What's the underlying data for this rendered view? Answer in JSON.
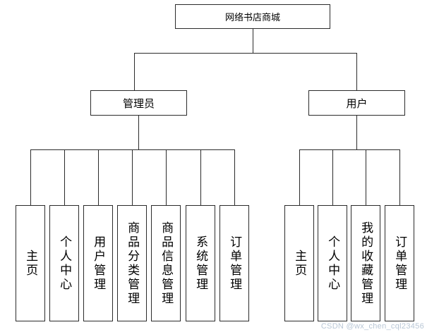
{
  "diagram": {
    "title": "网络书店商城",
    "type": "org-chart",
    "root": {
      "label": "网络书店商城"
    },
    "branches": [
      {
        "id": "admin",
        "label": "管理员",
        "leaves": [
          {
            "label": "主页"
          },
          {
            "label": "个人中心"
          },
          {
            "label": "用户管理"
          },
          {
            "label": "商品分类管理"
          },
          {
            "label": "商品信息管理"
          },
          {
            "label": "系统管理"
          },
          {
            "label": "订单管理"
          }
        ]
      },
      {
        "id": "user",
        "label": "用户",
        "leaves": [
          {
            "label": "主页"
          },
          {
            "label": "个人中心"
          },
          {
            "label": "我的收藏管理"
          },
          {
            "label": "订单管理"
          }
        ]
      }
    ]
  },
  "watermark": {
    "text": "CSDN @wx_chen_cql23456"
  },
  "colors": {
    "stroke": "#2b2b2b",
    "background": "#ffffff",
    "text": "#000000",
    "watermark": "#b9c7d6"
  }
}
